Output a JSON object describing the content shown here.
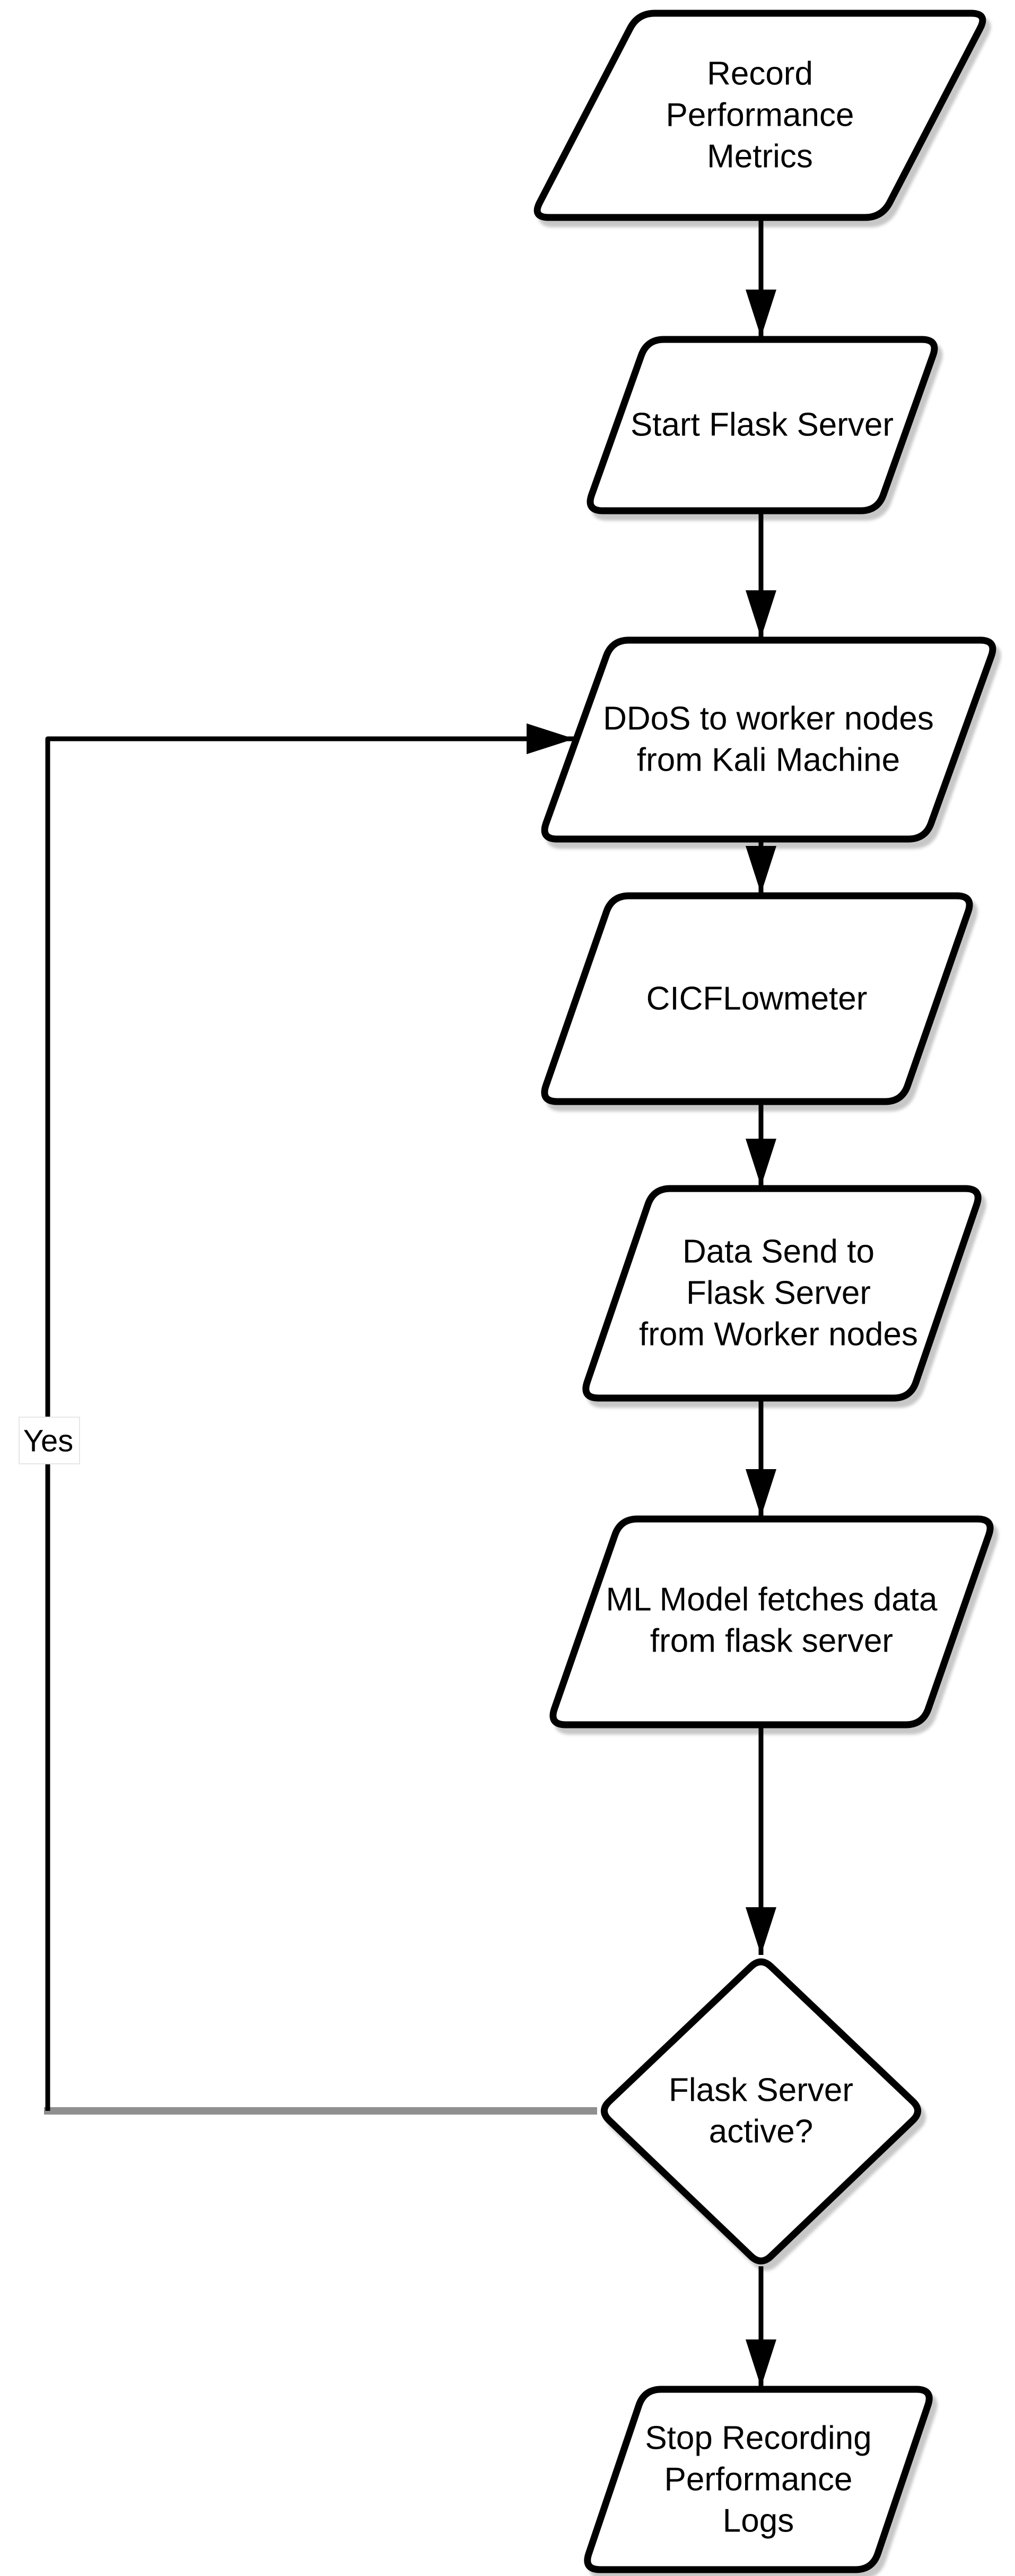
{
  "diagram": {
    "type": "flowchart",
    "background": "#ffffff",
    "colors": {
      "background": "#ffffff",
      "node_fill": "#ffffff",
      "node_stroke": "#000000",
      "arrow": "#000000",
      "loop_segment": "#8f8f8f",
      "text": "#000000"
    },
    "nodes": [
      {
        "id": "record-performance-metrics",
        "shape": "parallelogram",
        "label": "Record Performance Metrics",
        "lines": [
          "Record",
          "Performance",
          "Metrics"
        ]
      },
      {
        "id": "start-flask-server",
        "shape": "parallelogram",
        "label": "Start Flask Server",
        "lines": [
          "Start Flask Server"
        ]
      },
      {
        "id": "ddos-worker-nodes",
        "shape": "parallelogram",
        "label": "DDoS to worker nodes from Kali Machine",
        "lines": [
          "DDoS to worker nodes",
          "from Kali Machine"
        ]
      },
      {
        "id": "cicflowmeter",
        "shape": "parallelogram",
        "label": "CICFLowmeter",
        "lines": [
          "CICFLowmeter"
        ]
      },
      {
        "id": "data-send-flask",
        "shape": "parallelogram",
        "label": "Data Send to Flask Server from Worker nodes",
        "lines": [
          "Data Send to",
          "Flask Server",
          "from Worker nodes"
        ]
      },
      {
        "id": "ml-model-fetch",
        "shape": "parallelogram",
        "label": "ML Model fetches data from flask server",
        "lines": [
          "ML Model fetches data",
          "from flask server"
        ]
      },
      {
        "id": "flask-server-active",
        "shape": "diamond",
        "label": "Flask Server active?",
        "lines": [
          "Flask Server",
          "active?"
        ]
      },
      {
        "id": "stop-recording-logs",
        "shape": "parallelogram",
        "label": "Stop Recording Performance Logs",
        "lines": [
          "Stop Recording",
          "Performance",
          "Logs"
        ]
      }
    ],
    "edges": [
      {
        "from": "record-performance-metrics",
        "to": "start-flask-server",
        "label": ""
      },
      {
        "from": "start-flask-server",
        "to": "ddos-worker-nodes",
        "label": ""
      },
      {
        "from": "ddos-worker-nodes",
        "to": "cicflowmeter",
        "label": ""
      },
      {
        "from": "cicflowmeter",
        "to": "data-send-flask",
        "label": ""
      },
      {
        "from": "data-send-flask",
        "to": "ml-model-fetch",
        "label": ""
      },
      {
        "from": "ml-model-fetch",
        "to": "flask-server-active",
        "label": ""
      },
      {
        "from": "flask-server-active",
        "to": "stop-recording-logs",
        "label": ""
      },
      {
        "from": "flask-server-active",
        "to": "ddos-worker-nodes",
        "label": "Yes"
      }
    ]
  }
}
